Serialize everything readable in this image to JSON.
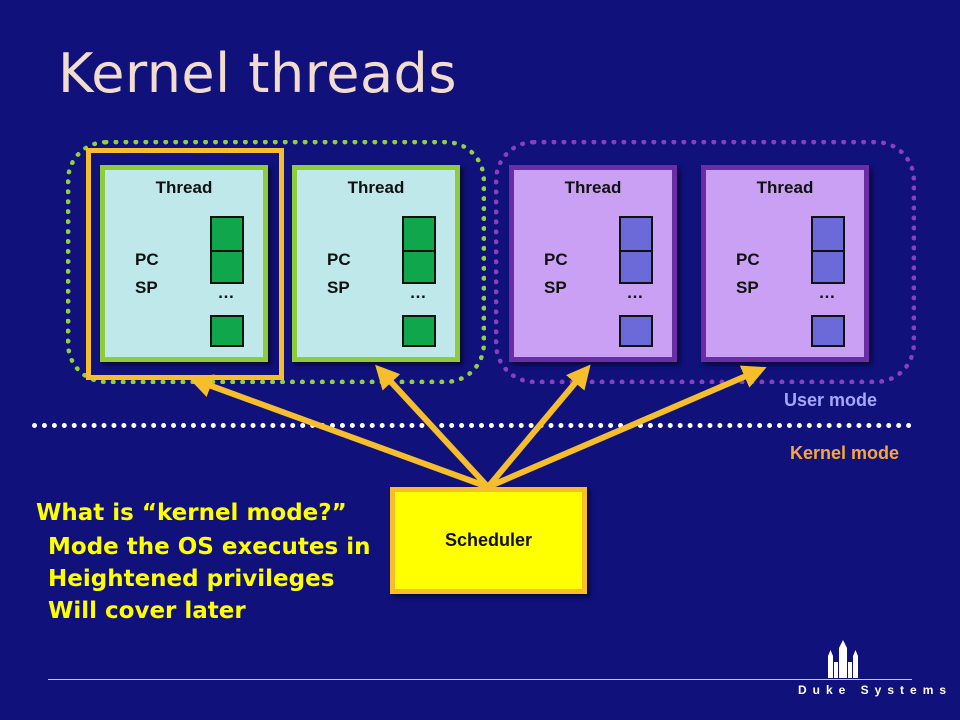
{
  "slide": {
    "title": "Kernel threads"
  },
  "threads": [
    {
      "label": "Thread",
      "pc": "PC",
      "sp": "SP",
      "ellipsis": "…"
    },
    {
      "label": "Thread",
      "pc": "PC",
      "sp": "SP",
      "ellipsis": "…"
    },
    {
      "label": "Thread",
      "pc": "PC",
      "sp": "SP",
      "ellipsis": "…"
    },
    {
      "label": "Thread",
      "pc": "PC",
      "sp": "SP",
      "ellipsis": "…"
    }
  ],
  "modes": {
    "user": "User mode",
    "kernel": "Kernel mode"
  },
  "scheduler": {
    "label": "Scheduler"
  },
  "note": {
    "question": "What is “kernel mode?”",
    "items": [
      "Mode the OS executes in",
      "Heightened privileges",
      "Will cover later"
    ]
  },
  "footer": {
    "brand": "Duke Systems"
  },
  "colors": {
    "background": "#10117a",
    "title": "#f2dcd0",
    "process_a": "#8fd13f",
    "process_b": "#8a3fbf",
    "arrow": "#f6be2c",
    "scheduler": "#ffff00",
    "note_text": "#ffff00",
    "user_mode": "#a7a7ff",
    "kernel_mode": "#f6a83c"
  }
}
